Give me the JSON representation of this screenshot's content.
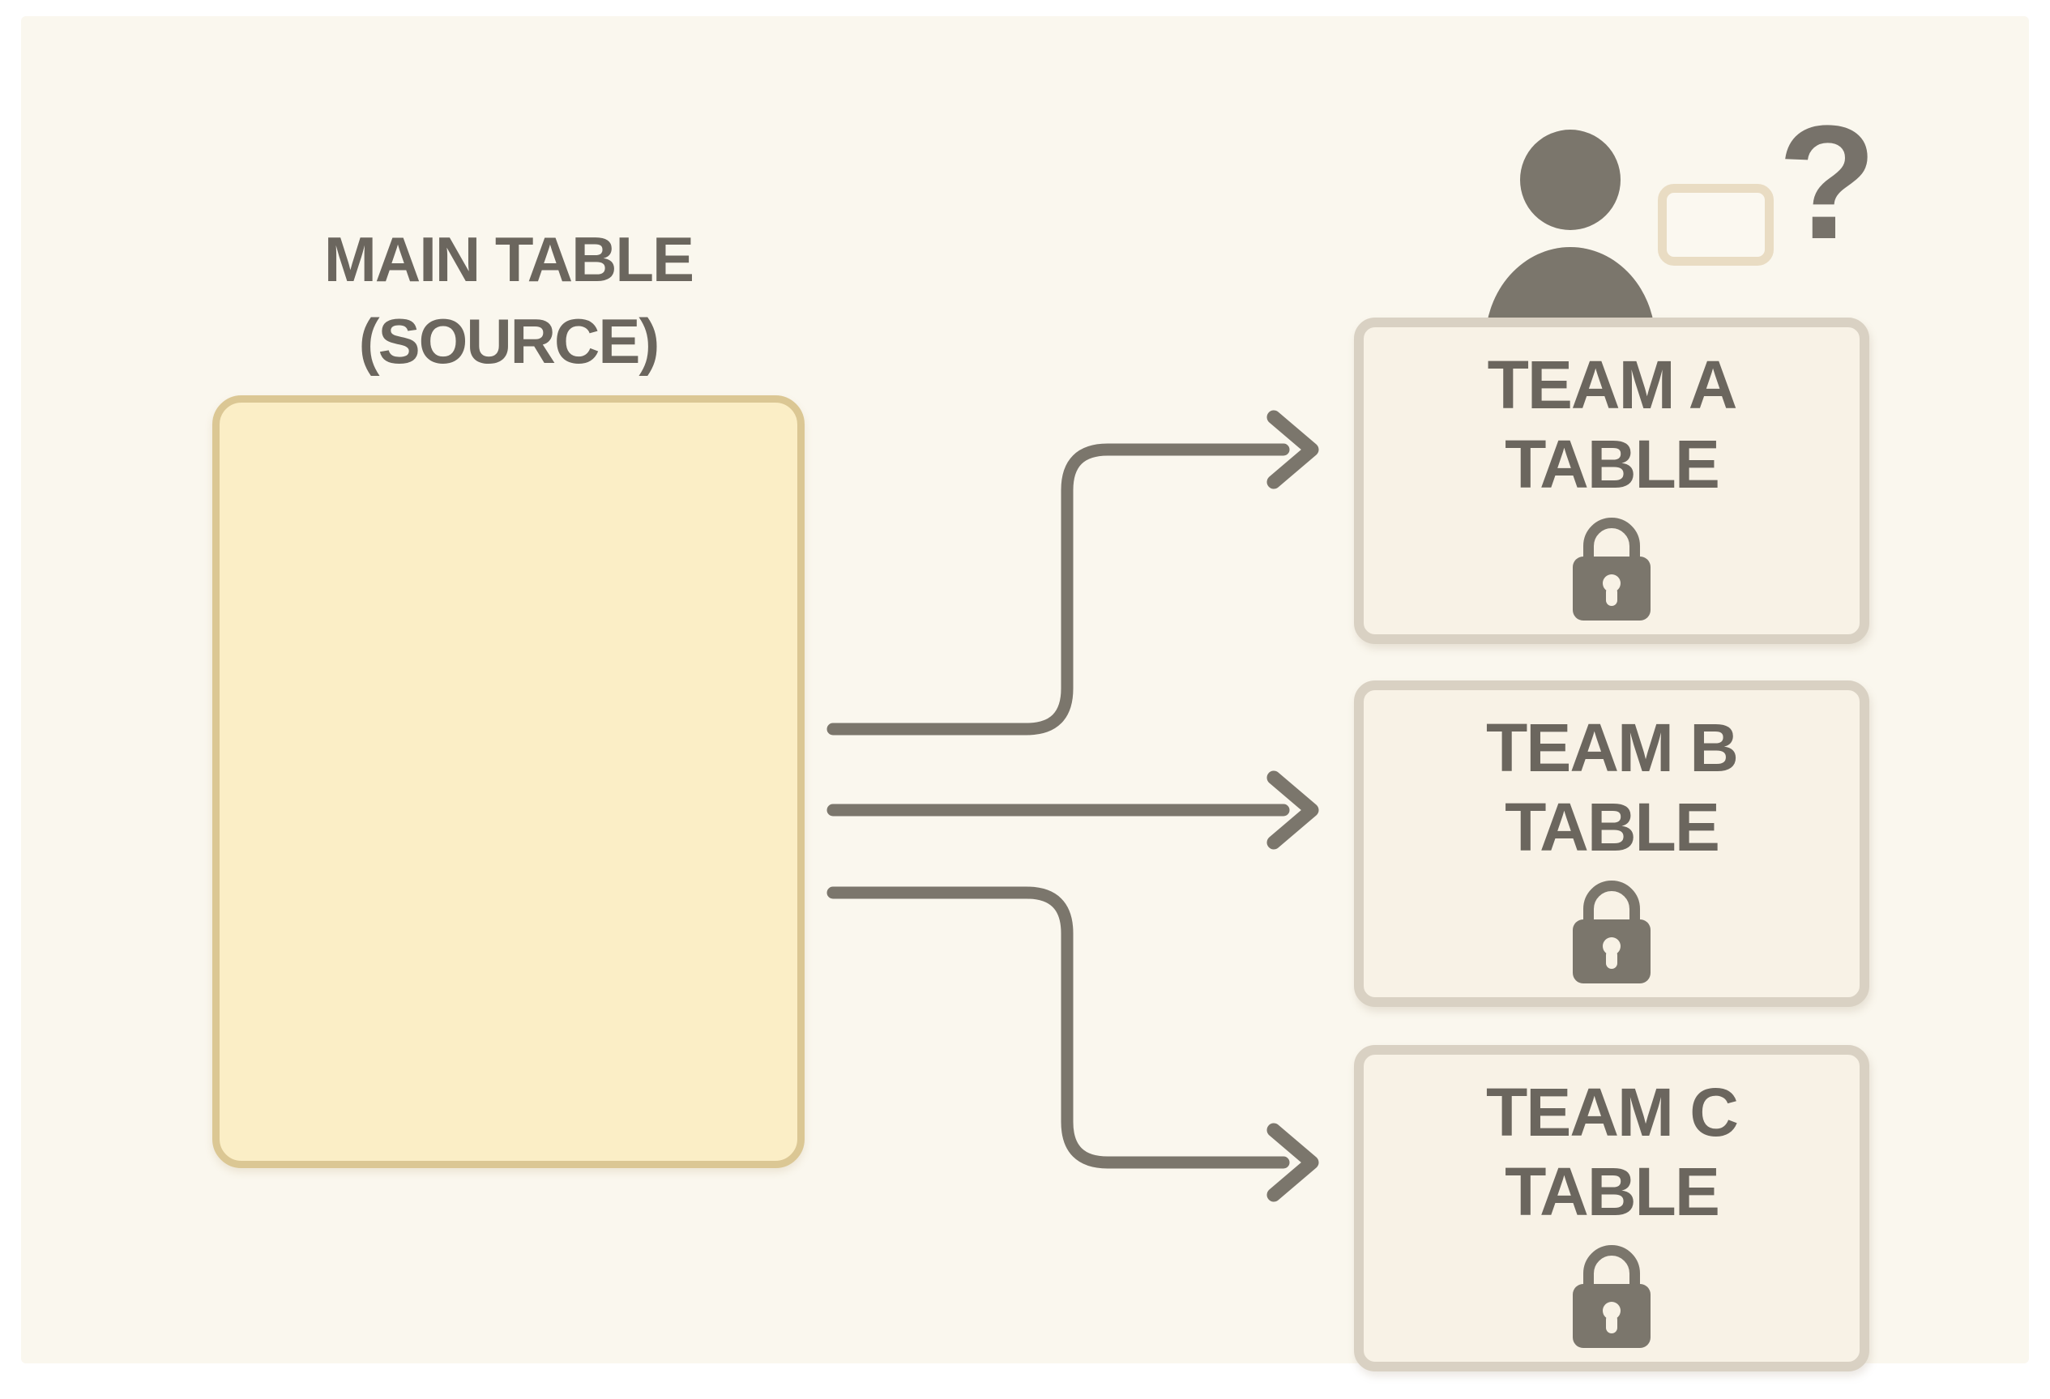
{
  "diagram": {
    "source_table": {
      "label_line1": "MAIN TABLE",
      "label_line2": "(SOURCE)"
    },
    "team_tables": [
      {
        "line1": "TEAM A",
        "line2": "TABLE",
        "locked": true
      },
      {
        "line1": "TEAM B",
        "line2": "TABLE",
        "locked": true
      },
      {
        "line1": "TEAM C",
        "line2": "TABLE",
        "locked": true
      }
    ],
    "user_question": {
      "question_mark": "?"
    },
    "icons": {
      "person": "person-icon",
      "lock": "lock-icon",
      "speech_bubble": "speech-bubble",
      "arrow": "flow-arrow"
    },
    "colors": {
      "page_frame": "#ffffff",
      "canvas_background": "#faf7ee",
      "source_fill": "#fbeec6",
      "source_border": "#dbc794",
      "team_fill": "#f8f2e6",
      "team_border": "#d9d1c3",
      "arrow_gray": "#7b766c",
      "icon_gray": "#7b766c",
      "text_gray": "#6b665e",
      "bubble_border": "#e9dcc3",
      "bubble_fill": "#fbf8f0"
    }
  }
}
